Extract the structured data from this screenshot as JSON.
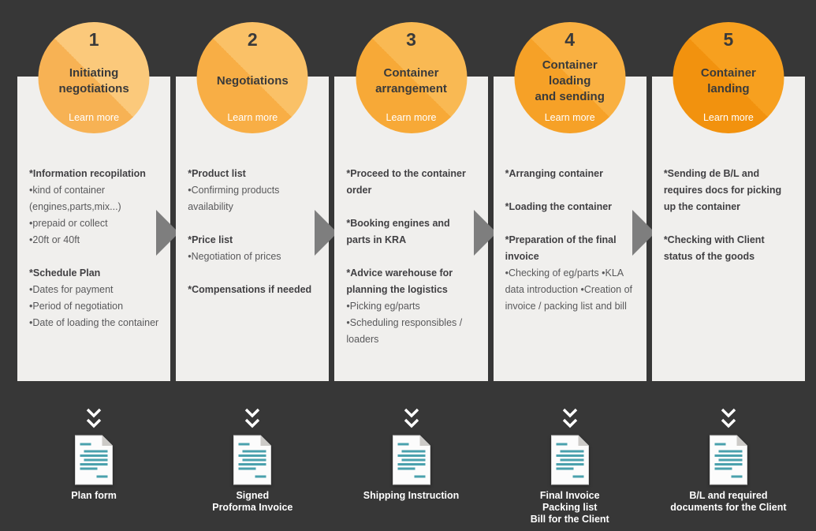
{
  "colors": {
    "bg": "#373737",
    "panel": "#f0efed",
    "text": "#59595b",
    "text-strong": "#414043",
    "arrow": "#7e7e7e",
    "doc-line": "#4aa1ad",
    "learn": "#ffffff",
    "circle-ink": "#3a3a3a"
  },
  "ui": {
    "learn_more_label": "Learn more"
  },
  "icons": {
    "double_chevron_down_icon": "chevron-double-down",
    "document_icon": "document-page-with-text-lines",
    "arrow_right_icon": "solid-right-triangle"
  },
  "steps": [
    {
      "number": "1",
      "title": "Initiating\nnegotiations",
      "circle_colors": [
        "#fbc97b",
        "#f7b254"
      ],
      "details": [
        {
          "bold": true,
          "text": "*Information recopilation"
        },
        {
          "bold": false,
          "text": "•kind of container (engines,parts,mix...)"
        },
        {
          "bold": false,
          "text": "•prepaid or collect"
        },
        {
          "bold": false,
          "text": "•20ft or 40ft"
        },
        {
          "bold": true,
          "text": "*Schedule Plan"
        },
        {
          "bold": false,
          "text": "•Dates for payment"
        },
        {
          "bold": false,
          "text": "•Period of negotiation"
        },
        {
          "bold": false,
          "text": "•Date of loading the container"
        }
      ],
      "deliverable": "Plan form"
    },
    {
      "number": "2",
      "title": "Negotiations",
      "circle_colors": [
        "#fac167",
        "#f8ae45"
      ],
      "details": [
        {
          "bold": true,
          "text": "*Product list"
        },
        {
          "bold": false,
          "text": "•Confirming products availability"
        },
        {
          "bold": true,
          "text": "*Price list"
        },
        {
          "bold": false,
          "text": "•Negotiation of prices"
        },
        {
          "bold": true,
          "text": "*Compensations if needed"
        }
      ],
      "deliverable": "Signed\nProforma Invoice"
    },
    {
      "number": "3",
      "title": "Container\narrangement",
      "circle_colors": [
        "#f9b953",
        "#f7a937"
      ],
      "details": [
        {
          "bold": true,
          "text": "*Proceed to the container order"
        },
        {
          "bold": true,
          "text": "*Booking engines and parts in KRA"
        },
        {
          "bold": true,
          "text": "*Advice warehouse for planning the logistics"
        },
        {
          "bold": false,
          "text": "•Picking eg/parts"
        },
        {
          "bold": false,
          "text": "•Scheduling responsibles / loaders"
        }
      ],
      "deliverable": "Shipping Instruction"
    },
    {
      "number": "4",
      "title": "Container\nloading\nand sending",
      "circle_colors": [
        "#f9b041",
        "#f6a127"
      ],
      "details": [
        {
          "bold": true,
          "text": "*Arranging container"
        },
        {
          "bold": true,
          "text": "*Loading the container"
        },
        {
          "bold": true,
          "text": "*Preparation of the final invoice"
        },
        {
          "bold": false,
          "text": "•Checking of eg/parts •KLA data introduction •Creation of invoice / packing list and bill"
        }
      ],
      "deliverable": "Final Invoice\nPacking list\nBill for the Client"
    },
    {
      "number": "5",
      "title": "Container\nlanding",
      "circle_colors": [
        "#f7a01f",
        "#f2920e"
      ],
      "details": [
        {
          "bold": true,
          "text": "*Sending de B/L and requires docs for picking up the container"
        },
        {
          "bold": true,
          "text": "*Checking with Client status of the goods"
        }
      ],
      "deliverable": "B/L and required\ndocuments for the Client"
    }
  ]
}
